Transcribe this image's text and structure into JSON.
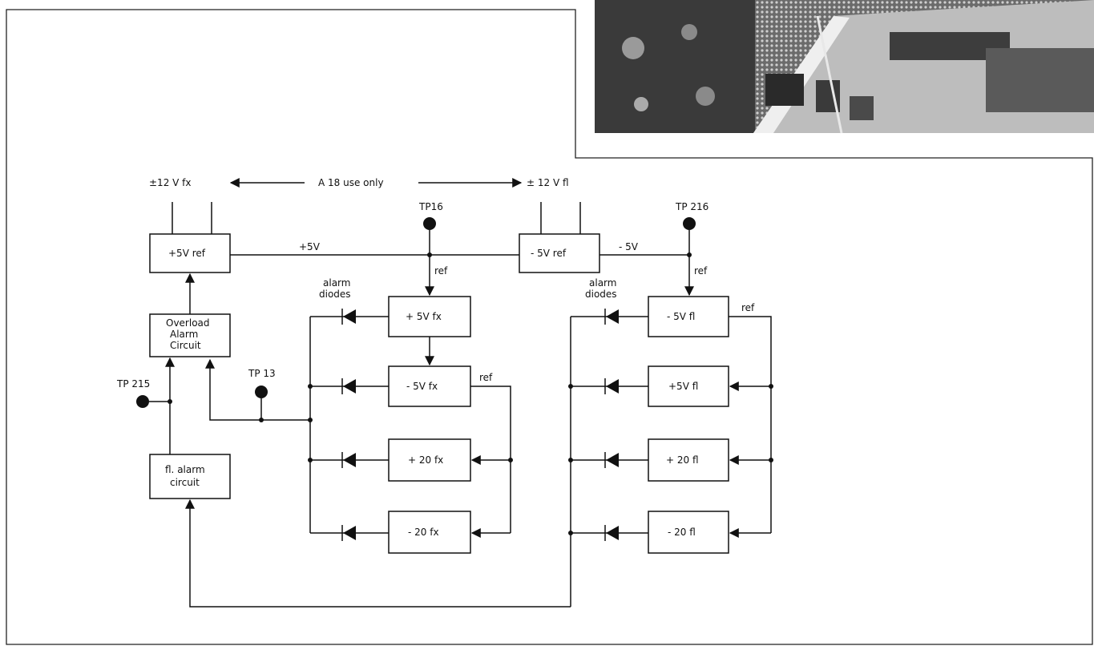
{
  "top_bar": {
    "left_supply": "±12 V fx",
    "center_note": "A 18 use only",
    "right_supply": "± 12 V fl"
  },
  "test_points": {
    "tp16": "TP16",
    "tp216": "TP 216",
    "tp13": "TP 13",
    "tp215": "TP 215"
  },
  "wire_labels": {
    "plus5v": "+5V",
    "minus5v": "- 5V",
    "ref_center": "ref",
    "ref_right": "ref",
    "ref_fx_loop": "ref",
    "ref_fl_loop": "ref",
    "alarm_diodes_left_1": "alarm",
    "alarm_diodes_left_2": "diodes",
    "alarm_diodes_right_1": "alarm",
    "alarm_diodes_right_2": "diodes"
  },
  "blocks": {
    "plus5v_ref": "+5V ref",
    "minus5v_ref": "- 5V ref",
    "overload_line1": "Overload",
    "overload_line2": "Alarm",
    "overload_line3": "Circuit",
    "fl_alarm_line1": "fl. alarm",
    "fl_alarm_line2": "circuit",
    "plus5v_fx": "+ 5V fx",
    "minus5v_fx": "- 5V fx",
    "plus20_fx": "+ 20 fx",
    "minus20_fx": "- 20 fx",
    "minus5v_fl": "- 5V fl",
    "plus5v_fl": "+5V fl",
    "plus20_fl": "+ 20 fl",
    "minus20_fl": "- 20 fl"
  },
  "photo": {
    "description_icon": "instrument-photo"
  },
  "colors": {
    "ink": "#111111",
    "paper": "#ffffff"
  }
}
